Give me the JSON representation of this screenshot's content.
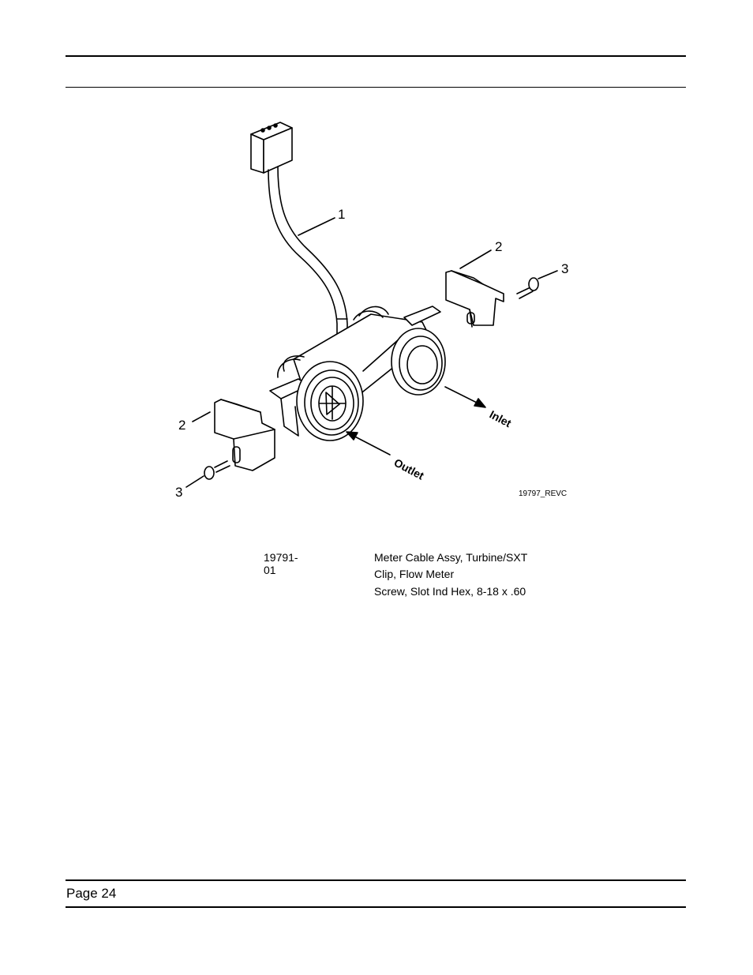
{
  "diagram": {
    "callouts": [
      "1",
      "2",
      "3",
      "2",
      "3"
    ],
    "flow_labels": {
      "inlet": "Inlet",
      "outlet": "Outlet"
    },
    "figure_id": "19797_REVC"
  },
  "parts": [
    {
      "part_number": "19791-01",
      "description": "Meter Cable Assy, Turbine/SXT"
    },
    {
      "part_number": "",
      "description": "Clip, Flow Meter"
    },
    {
      "part_number": "",
      "description": "Screw, Slot Ind Hex, 8-18 x .60"
    }
  ],
  "footer": {
    "page": "Page 24"
  }
}
